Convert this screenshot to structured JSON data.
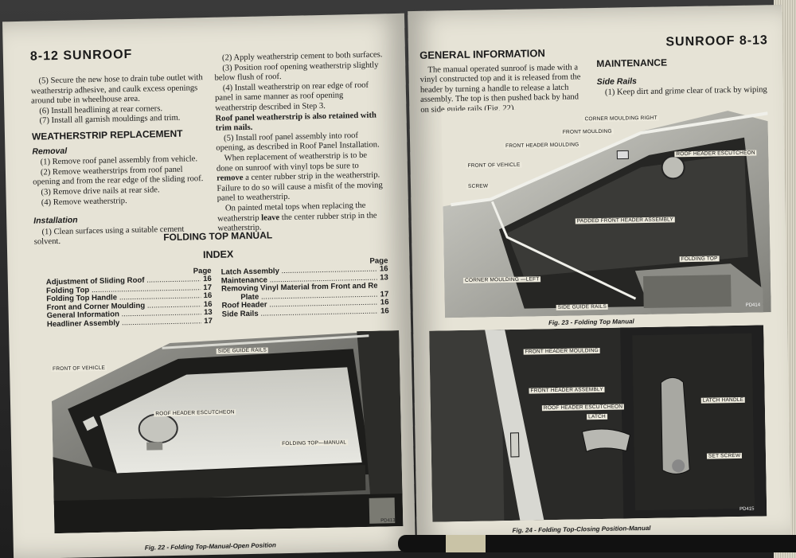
{
  "left_page": {
    "header": "8-12 SUNROOF",
    "col1_top": [
      "(5) Secure the new hose to drain tube outlet with weatherstrip adhesive, and caulk excess openings around tube in wheelhouse area.",
      "(6) Install headlining at rear corners.",
      "(7) Install all garnish mouldings and trim."
    ],
    "weatherstrip_heading": "WEATHERSTRIP REPLACEMENT",
    "removal_heading": "Removal",
    "removal_steps": [
      "(1) Remove roof panel assembly from vehicle.",
      "(2) Remove weatherstrips from roof panel opening and from the rear edge of the sliding roof.",
      "(3) Remove drive nails at rear side.",
      "(4) Remove weatherstrip."
    ],
    "installation_heading": "Installation",
    "installation_steps": [
      "(1) Clean surfaces using a suitable cement solvent."
    ],
    "col2": {
      "p1": "(2) Apply weatherstrip cement to both surfaces.",
      "p2": "(3) Position roof opening weatherstrip slightly below flush of roof.",
      "p3": "(4) Install weatherstrip on rear edge of roof panel in same manner as roof opening weatherstrip described in Step 3.",
      "p4_bold": "Roof panel weatherstrip is also retained with trim nails.",
      "p5": "(5) Install roof panel assembly into roof opening, as described in Roof Panel Installation.",
      "p6_a": "When replacement of weatherstrip is to be done on sunroof with vinyl tops be sure to",
      "p6_bold": "remove",
      "p6_b": "a center rubber strip in the weatherstrip. Failure to do so will cause a misfit of the moving panel to weatherstrip.",
      "p7_a": "On painted metal tops when replacing the weatherstrip",
      "p7_bold": "leave",
      "p7_b": "the center rubber strip in the weatherstrip."
    },
    "folding_title": "FOLDING TOP MANUAL",
    "index_title": "INDEX",
    "page_label": "Page",
    "index_left": [
      {
        "label": "Adjustment of Sliding Roof",
        "page": "16"
      },
      {
        "label": "Folding Top",
        "page": "17"
      },
      {
        "label": "Folding Top Handle",
        "page": "16"
      },
      {
        "label": "Front and Corner Moulding",
        "page": "16"
      },
      {
        "label": "General Information",
        "page": "13"
      },
      {
        "label": "Headliner Assembly",
        "page": "17"
      }
    ],
    "index_right": [
      {
        "label": "Latch Assembly",
        "page": "16"
      },
      {
        "label": "Maintenance",
        "page": "13"
      },
      {
        "label": "Removing Vinyl Material from Front and Rear",
        "page": ""
      },
      {
        "label": "Plate",
        "page": "17"
      },
      {
        "label": "Roof Header",
        "page": "16"
      },
      {
        "label": "Side Rails",
        "page": "16"
      }
    ],
    "fig22": {
      "callouts": {
        "side_guide_rails": "SIDE GUIDE RAILS",
        "front_of_vehicle": "FRONT OF VEHICLE",
        "roof_header_escutcheon": "ROOF HEADER ESCUTCHEON",
        "folding_top_manual": "FOLDING TOP—MANUAL"
      },
      "code": "PD413",
      "caption": "Fig. 22 - Folding Top-Manual-Open Position"
    }
  },
  "right_page": {
    "header": "SUNROOF 8-13",
    "general_heading": "GENERAL INFORMATION",
    "general_text": "The manual operated sunroof is made with a vinyl constructed top and it is released from the header by turning a handle to release a latch assembly. The top is then pushed back by hand on side guide rails (Fig. 22).",
    "maintenance_heading": "MAINTENANCE",
    "side_rails_heading": "Side Rails",
    "side_rails_text": "(1) Keep dirt and grime clear of track by wiping",
    "fig23": {
      "callouts": {
        "corner_moulding_right": "CORNER MOULDING RIGHT",
        "front_moulding": "FRONT MOULDING",
        "front_header_moulding": "FRONT HEADER MOULDING",
        "roof_header_escutcheon": "ROOF HEADER ESCUTCHEON",
        "front_of_vehicle": "FRONT OF VEHICLE",
        "screw": "SCREW",
        "padded_front_header_assembly": "PADDED FRONT HEADER ASSEMBLY",
        "folding_top": "FOLDING TOP",
        "corner_moulding_left": "CORNER MOULDING —LEFT",
        "side_guide_rails": "SIDE GUIDE RAILS"
      },
      "code": "PD414",
      "caption": "Fig. 23 - Folding Top Manual"
    },
    "fig24": {
      "callouts": {
        "front_header_moulding": "FRONT HEADER MOULDING",
        "front_header_assembly": "FRONT HEADER ASSEMBLY",
        "roof_header_escutcheon": "ROOF HEADER ESCUTCHEON",
        "latch": "LATCH",
        "latch_handle": "LATCH HANDLE",
        "set_screw": "SET SCREW"
      },
      "code": "PD415",
      "caption": "Fig. 24 - Folding Top-Closing Position-Manual"
    }
  }
}
